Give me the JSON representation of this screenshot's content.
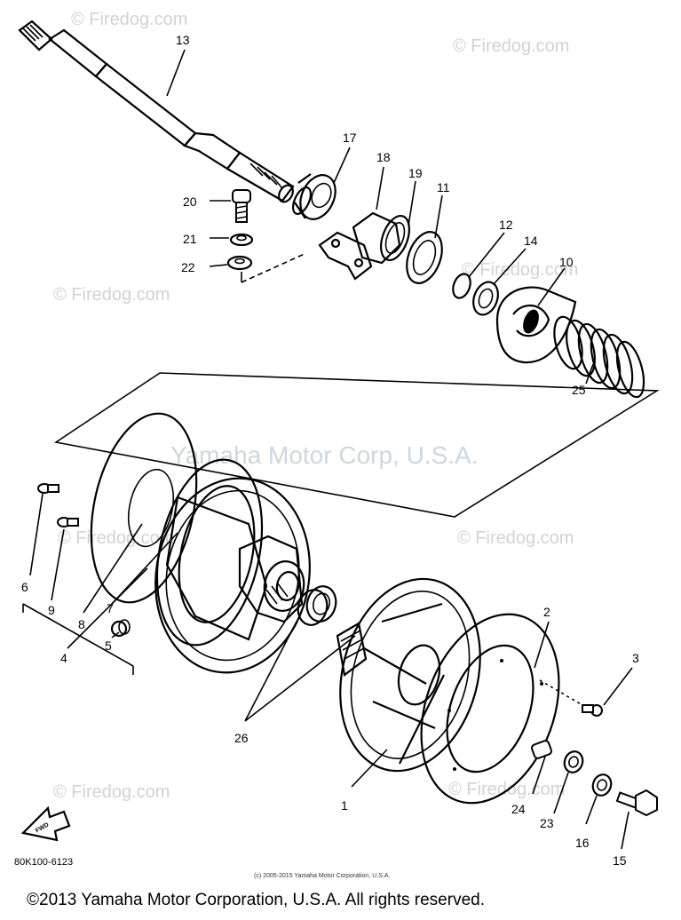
{
  "diagram": {
    "part_labels": {
      "p1": "1",
      "p2": "2",
      "p3": "3",
      "p4": "4",
      "p5": "5",
      "p6": "6",
      "p7": "7",
      "p8": "8",
      "p9": "9",
      "p10": "10",
      "p11": "11",
      "p12": "12",
      "p13": "13",
      "p14": "14",
      "p15": "15",
      "p16": "16",
      "p17": "17",
      "p18": "18",
      "p19": "19",
      "p20": "20",
      "p21": "21",
      "p22": "22",
      "p23": "23",
      "p24": "24",
      "p25": "25",
      "p26": "26"
    },
    "watermark_site": "© Firedog.com",
    "watermark_brand": "Yamaha Motor Corp, U.S.A.",
    "fwd_label": "FWD",
    "diagram_code": "80K100-6123",
    "small_copyright": "(c) 2005-2015 Yamaha Motor Corporation, U.S.A.",
    "copyright": "©2013 Yamaha Motor Corporation, U.S.A. All rights reserved."
  }
}
